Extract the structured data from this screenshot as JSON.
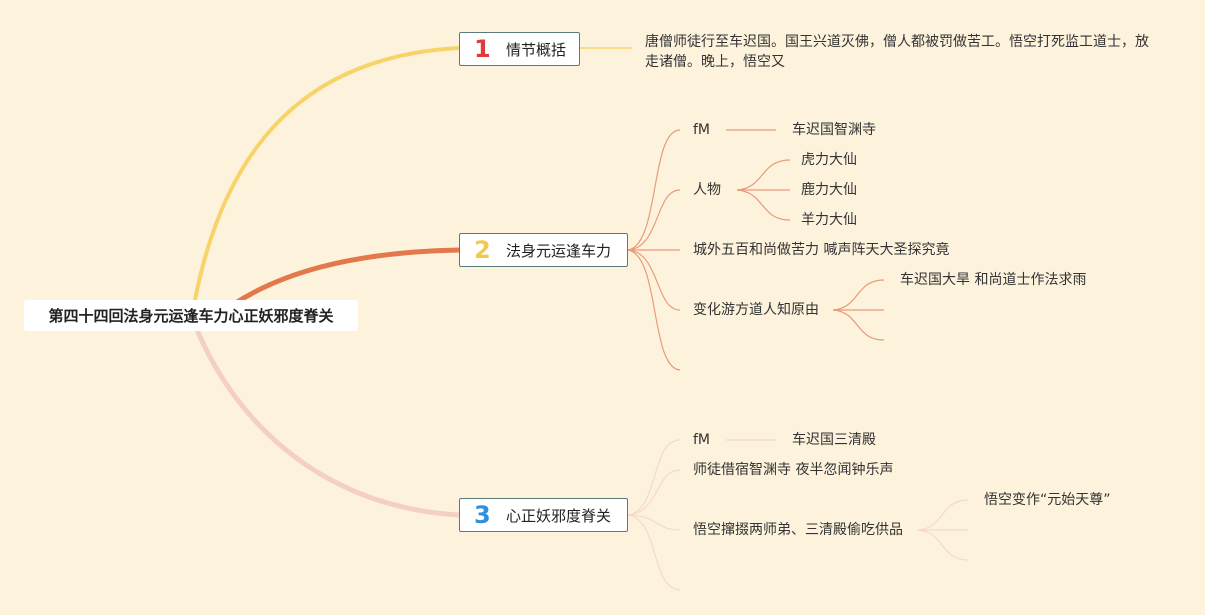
{
  "root": {
    "title": "第四十四回法身元运逢车力心正妖邪度脊关"
  },
  "colors": {
    "background": "#fdf3dd",
    "branch1": "#f7d46a",
    "branch2": "#e2784b",
    "branch3": "#f5cfc3",
    "num1": "#e03b3b",
    "num2": "#f2c94c",
    "num3": "#2f8fd8",
    "sub2": "#e89a7a",
    "sub3": "#f6d8cb"
  },
  "branches": [
    {
      "num": "1",
      "label": "情节概括",
      "summary": "唐僧师徒行至车迟国。国王兴道灭佛，僧人都被罚做苦工。悟空打死监工道士，放走诸僧。晚上，悟空又"
    },
    {
      "num": "2",
      "label": "法身元运逢车力",
      "items": [
        {
          "label": "fM",
          "child": "车迟国智渊寺"
        },
        {
          "label": "人物",
          "children": [
            "虎力大仙",
            "鹿力大仙",
            "羊力大仙"
          ]
        },
        {
          "label": "城外五百和尚做苦力 喊声阵天大圣探究竟"
        },
        {
          "label": "变化游方道人知原由",
          "children": [
            "车迟国大旱 和尚道士作法求雨",
            "",
            ""
          ]
        },
        {
          "label": ""
        }
      ]
    },
    {
      "num": "3",
      "label": "心正妖邪度脊关",
      "items": [
        {
          "label": "fM",
          "child": "车迟国三清殿"
        },
        {
          "label": "师徒借宿智渊寺 夜半忽闻钟乐声"
        },
        {
          "label": "悟空撺掇两师弟、三清殿偷吃供品",
          "children": [
            "悟空变作“元始天尊”",
            "",
            ""
          ]
        },
        {
          "label": ""
        }
      ]
    }
  ]
}
